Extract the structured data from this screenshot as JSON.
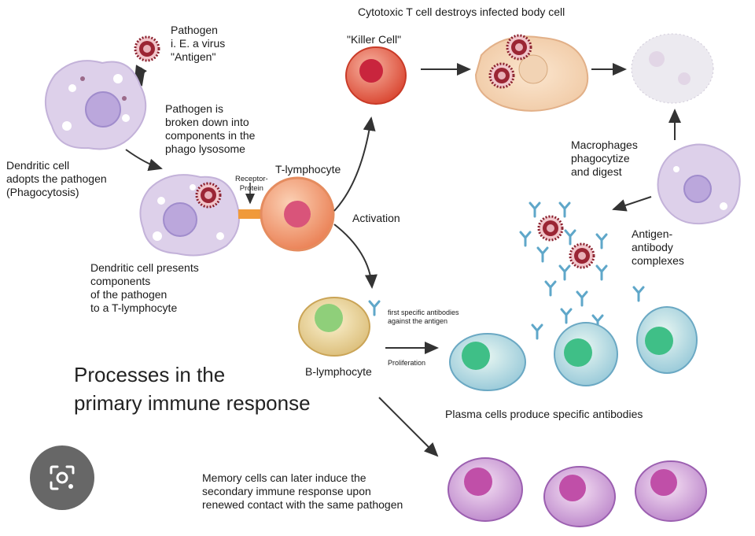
{
  "title": "Processes in the\nprimary immune response",
  "labels": {
    "pathogen": "Pathogen\ni. E. a virus\n\"Antigen\"",
    "pathogen_broken": "Pathogen is\nbroken down into\ncomponents in the\nphago lysosome",
    "dendritic_adopts": "Dendritic cell\nadopts the pathogen\n      (Phagocytosis)",
    "receptor_protein": "Receptor-\nProtein",
    "t_lymphocyte": "T-lymphocyte",
    "activation": "Activation",
    "dendritic_presents": "Dendritic cell presents\ncomponents\nof the pathogen\nto a T-lymphocyte",
    "cytotoxic": "Cytotoxic T cell destroys infected body cell",
    "killer_cell": "\"Killer Cell\"",
    "macrophages": "Macrophages\nphagocytize\nand digest",
    "antigen_antibody": "Antigen-\nantibody\ncomplexes",
    "first_antibodies": "first specific antibodies\nagainst the antigen",
    "proliferation": "Proliferation",
    "b_lymphocyte": "B-lymphocyte",
    "plasma_cells": "Plasma cells produce specific antibodies",
    "memory_cells": "Memory cells can later induce the\nsecondary immune response upon\nrenewed contact with the same pathogen"
  },
  "icons": {
    "lens": "image-search-icon"
  },
  "colors": {
    "dendritic": "#d9cde8",
    "nucleus": "#b9a4da",
    "killer": "#e8644f",
    "t_cell": "#f4a07a",
    "b_cell": "#e9d7a2",
    "plasma": "#9fd9c6",
    "memory": "#d69ad6",
    "virus": "#8a1f2c",
    "antibody": "#5fa7c9"
  }
}
